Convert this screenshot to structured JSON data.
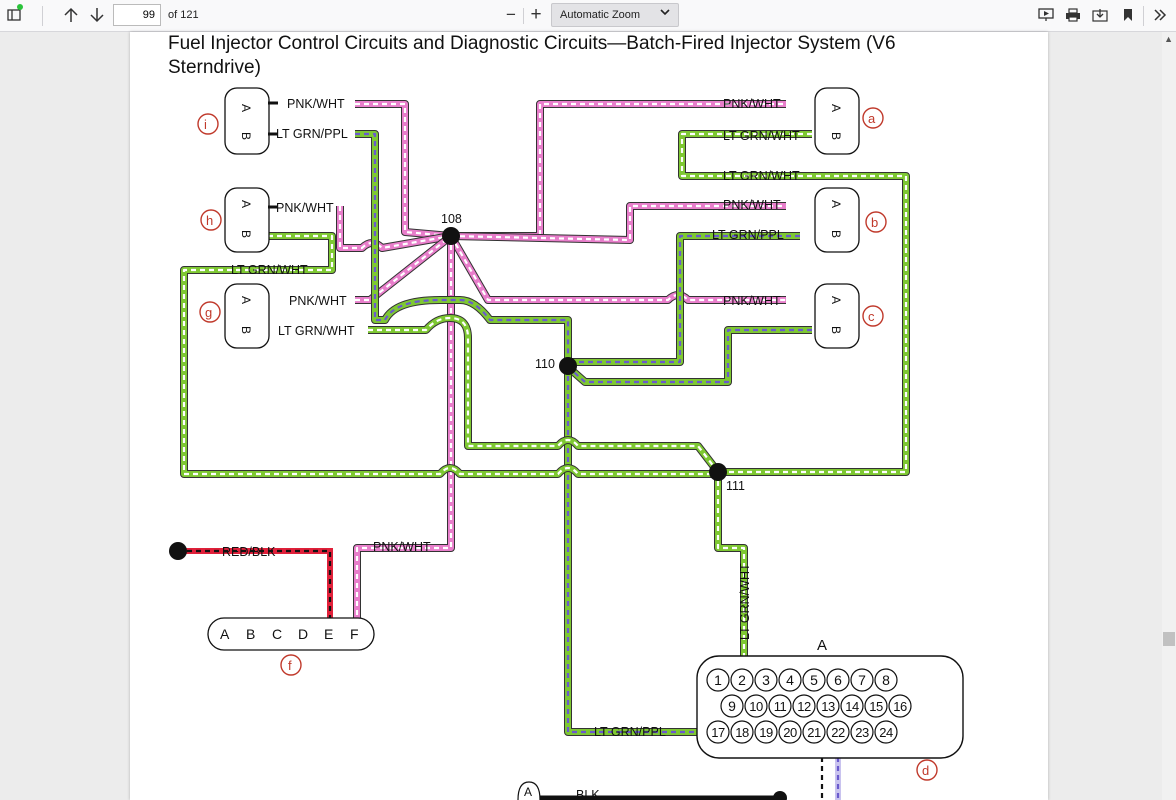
{
  "toolbar": {
    "page_number": "99",
    "page_count": "of 121",
    "zoom_value": "Automatic Zoom",
    "zoom_minus": "−",
    "zoom_plus": "+"
  },
  "page": {
    "title": "Fuel Injector Control Circuits and Diagnostic Circuits—Batch-Fired Injector System (V6 Sterndrive)"
  },
  "diagram": {
    "injectors": [
      {
        "id": "i",
        "pin_a": "A",
        "pin_b": "B",
        "wire_a": "PNK/WHT",
        "wire_b": "LT GRN/PPL"
      },
      {
        "id": "h",
        "pin_a": "A",
        "pin_b": "B",
        "wire_a": "PNK/WHT",
        "wire_b": "LT GRN/WHT"
      },
      {
        "id": "g",
        "pin_a": "A",
        "pin_b": "B",
        "wire_a": "PNK/WHT",
        "wire_b": "LT GRN/WHT"
      },
      {
        "id": "a",
        "pin_a": "A",
        "pin_b": "B",
        "wire_a": "PNK/WHT",
        "wire_b": "LT GRN/WHT"
      },
      {
        "id": "b",
        "pin_a": "A",
        "pin_b": "B",
        "wire_a": "PNK/WHT",
        "wire_b": "LT GRN/PPL"
      },
      {
        "id": "c",
        "pin_a": "A",
        "pin_b": "B",
        "wire_a": "PNK/WHT"
      }
    ],
    "extra_wire_label_a_below": "LT GRN/WHT",
    "splices": [
      "108",
      "110",
      "111"
    ],
    "connector_f": {
      "id": "f",
      "pins": [
        "A",
        "B",
        "C",
        "D",
        "E",
        "F"
      ],
      "wire_red": "RED/BLK",
      "wire_pink": "PNK/WHT"
    },
    "connector_d": {
      "id": "d",
      "label": "A",
      "row1": [
        "1",
        "2",
        "3",
        "4",
        "5",
        "6",
        "7",
        "8"
      ],
      "row2": [
        "9",
        "10",
        "11",
        "12",
        "13",
        "14",
        "15",
        "16"
      ],
      "row3": [
        "17",
        "18",
        "19",
        "20",
        "21",
        "22",
        "23",
        "24"
      ],
      "wire_pin2": "LT GRN/WHT",
      "wire_pin17": "LT GRN/PPL"
    },
    "bottom_connector_label": "A",
    "bottom_wire_label": "BLK"
  },
  "colors": {
    "pink": "#e87ecb",
    "green": "#7ec832",
    "purple": "#6a5acd",
    "red": "#e0203a",
    "callout": "#c0392b"
  }
}
